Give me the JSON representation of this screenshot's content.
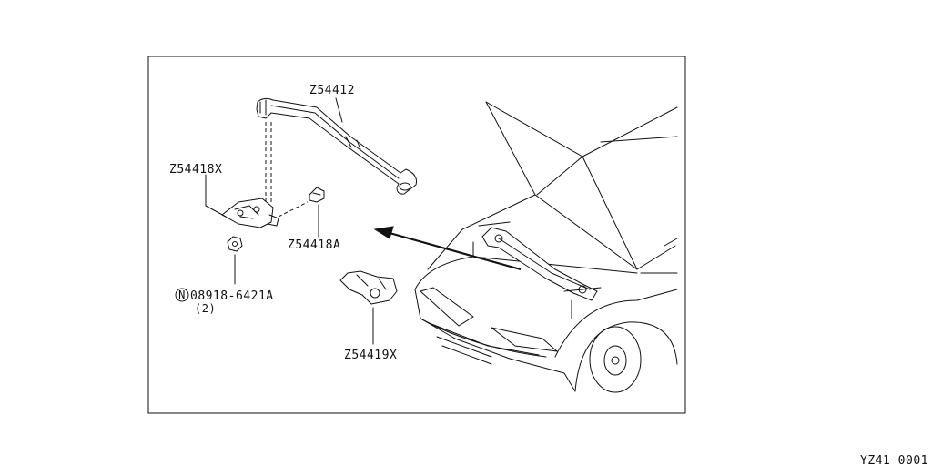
{
  "labels": {
    "strut_bar": "Z54412",
    "bracket_left": "Z54418X",
    "bolt": "Z54418A",
    "nut_part_no": "08918-6421A",
    "nut_marker": "N",
    "nut_qty": "(2)",
    "bracket_right": "Z54419X"
  },
  "footer": {
    "figure_code": "YZ41 0001"
  }
}
